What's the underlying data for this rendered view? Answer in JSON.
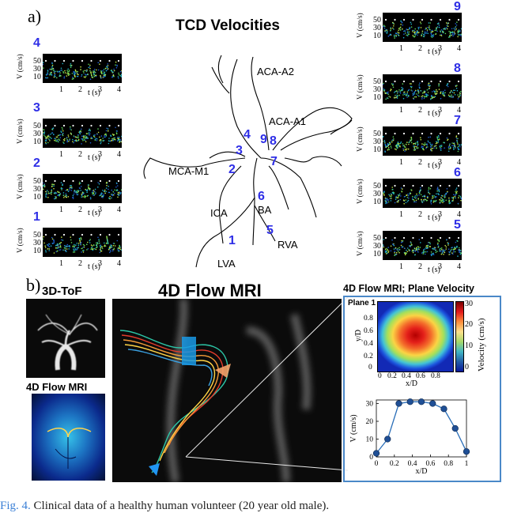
{
  "panel_a": {
    "label": "a)",
    "title": "TCD Velocities",
    "vessels": [
      "ACA-A2",
      "ACA-A1",
      "MCA-M1",
      "ICA",
      "BA",
      "LVA",
      "RVA"
    ],
    "site_numbers": [
      "1",
      "2",
      "3",
      "4",
      "5",
      "6",
      "7",
      "8",
      "9"
    ],
    "plot_axis": {
      "ylabel": "V (cm/s)",
      "xlabel": "t (s)",
      "yticks": [
        "50",
        "30",
        "10"
      ],
      "xticks": [
        "1",
        "2",
        "3",
        "4"
      ]
    }
  },
  "panel_b": {
    "label": "b)",
    "tof_title": "3D-ToF",
    "flow_small_title": "4D Flow MRI",
    "flow_main_title": "4D Flow MRI",
    "plane_title": "4D Flow MRI; Plane Velocity",
    "plane_name": "Plane 1",
    "colorbar_label": "Velocity (cm/s)",
    "colorbar_ticks": [
      "30",
      "20",
      "10",
      "0"
    ]
  },
  "chart_data": [
    {
      "type": "heatmap",
      "title": "Plane 1",
      "xlabel": "x/D",
      "ylabel": "y/D",
      "xticks": [
        "0",
        "0.2",
        "0.4",
        "0.6",
        "0.8"
      ],
      "yticks": [
        "0.8",
        "0.6",
        "0.4",
        "0.2",
        "0"
      ],
      "colorbar_label": "Velocity (cm/s)",
      "colorbar_range": [
        0,
        30
      ]
    },
    {
      "type": "line",
      "xlabel": "x/D",
      "ylabel": "V (cm/s)",
      "x": [
        0,
        0.125,
        0.25,
        0.375,
        0.5,
        0.625,
        0.75,
        0.875,
        1.0
      ],
      "y": [
        2,
        10,
        30,
        31,
        31,
        30,
        27,
        16,
        3
      ],
      "xticks": [
        "0",
        "0.2",
        "0.4",
        "0.6",
        "0.8",
        "1"
      ],
      "yticks": [
        "0",
        "10",
        "20",
        "30"
      ],
      "xlim": [
        0,
        1
      ],
      "ylim": [
        0,
        32
      ],
      "color": "#2a6eb8"
    }
  ],
  "caption": {
    "label": "Fig. 4.",
    "text": "Clinical data of a healthy human volunteer (20 year old male)."
  }
}
